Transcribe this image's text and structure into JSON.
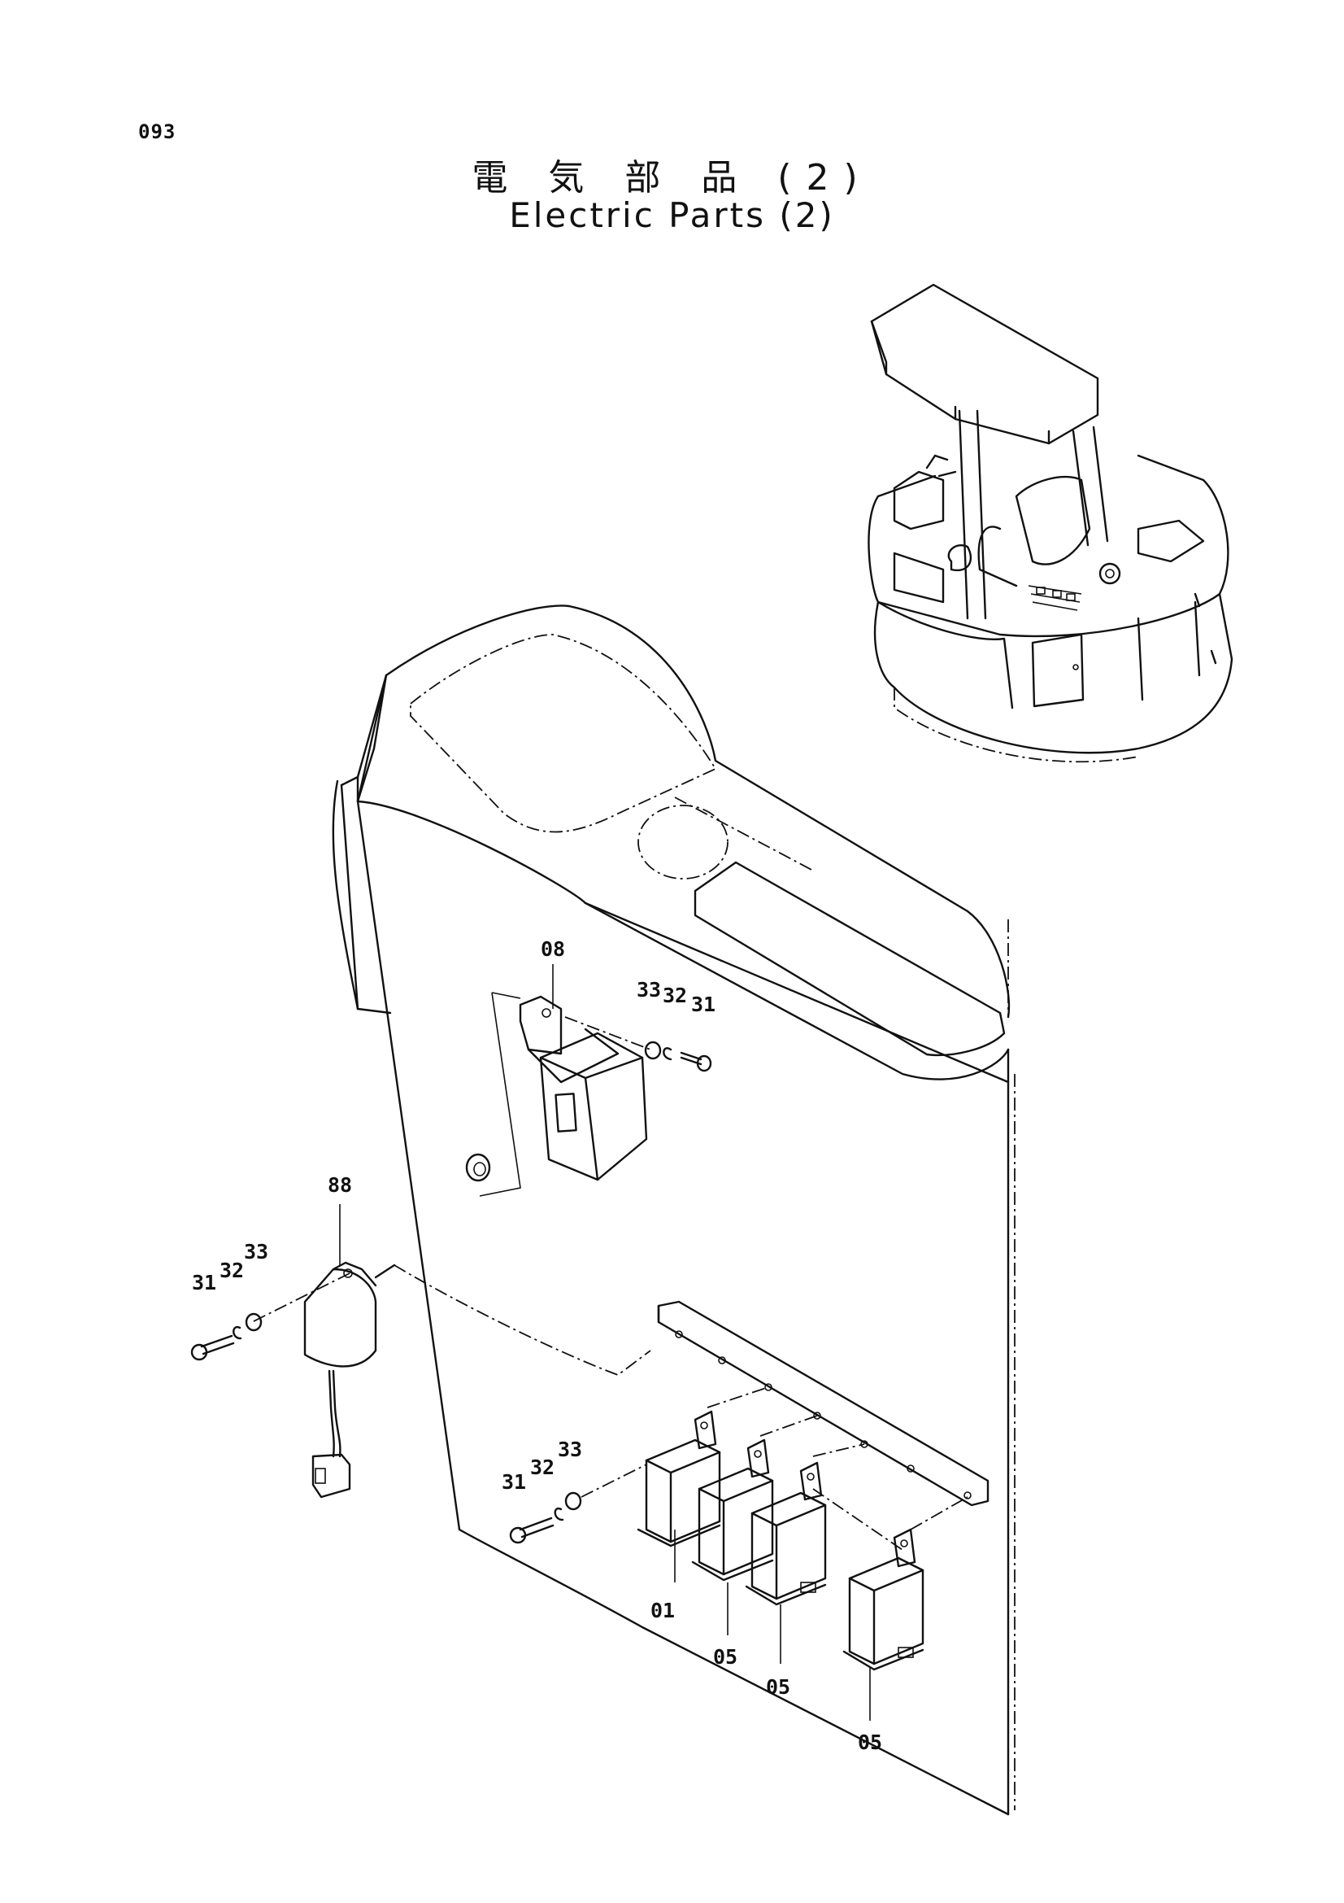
{
  "page": {
    "number": "093",
    "title_ja": "電 気 部 品 (2)",
    "title_en": "Electric Parts (2)"
  },
  "callouts": {
    "bracket_switch": "08",
    "washer_a": "33",
    "lockwasher_a": "32",
    "bolt_a": "31",
    "horn": "88",
    "bolt_b": "31",
    "lockwasher_b": "32",
    "washer_b": "33",
    "bolt_c": "31",
    "lockwasher_c": "32",
    "washer_c": "33",
    "relay_1": "01",
    "relay_2": "05",
    "relay_3": "05",
    "relay_4": "05"
  }
}
